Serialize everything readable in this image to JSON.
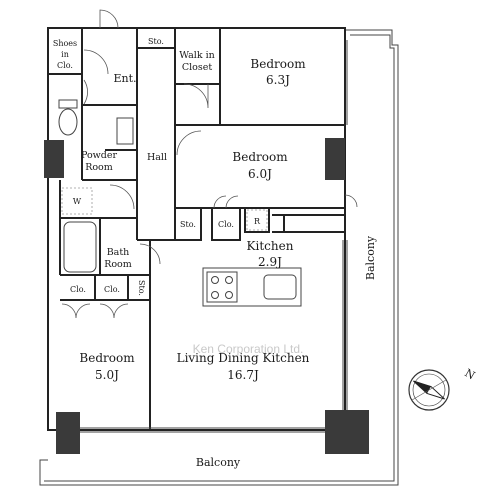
{
  "rooms": {
    "shoes": {
      "line1": "Shoes",
      "line2": "in",
      "line3": "Clo."
    },
    "storage_top": "Sto.",
    "walk_in_closet": {
      "line1": "Walk in",
      "line2": "Closet"
    },
    "bedroom_1": {
      "name": "Bedroom",
      "size": "6.3J"
    },
    "entrance": "Ent.",
    "powder_room": {
      "line1": "Powder",
      "line2": "Room"
    },
    "hall": "Hall",
    "bedroom_2": {
      "name": "Bedroom",
      "size": "6.0J"
    },
    "washer": "W",
    "storage_mid": "Sto.",
    "closet_mid": "Clo.",
    "refrigerator": "R",
    "kitchen": {
      "name": "Kitchen",
      "size": "2.9J"
    },
    "bath_room": {
      "line1": "Bath",
      "line2": "Room"
    },
    "closet_left": "Clo.",
    "closet_right": "Clo.",
    "storage_small": "Sto.",
    "bedroom_3": {
      "name": "Bedroom",
      "size": "5.0J"
    },
    "ldk": {
      "name": "Living Dining Kitchen",
      "size": "16.7J"
    },
    "balcony_side": "Balcony",
    "balcony_bottom": "Balcony"
  },
  "compass": {
    "label": "N"
  },
  "watermark": "Ken Corporation Ltd."
}
